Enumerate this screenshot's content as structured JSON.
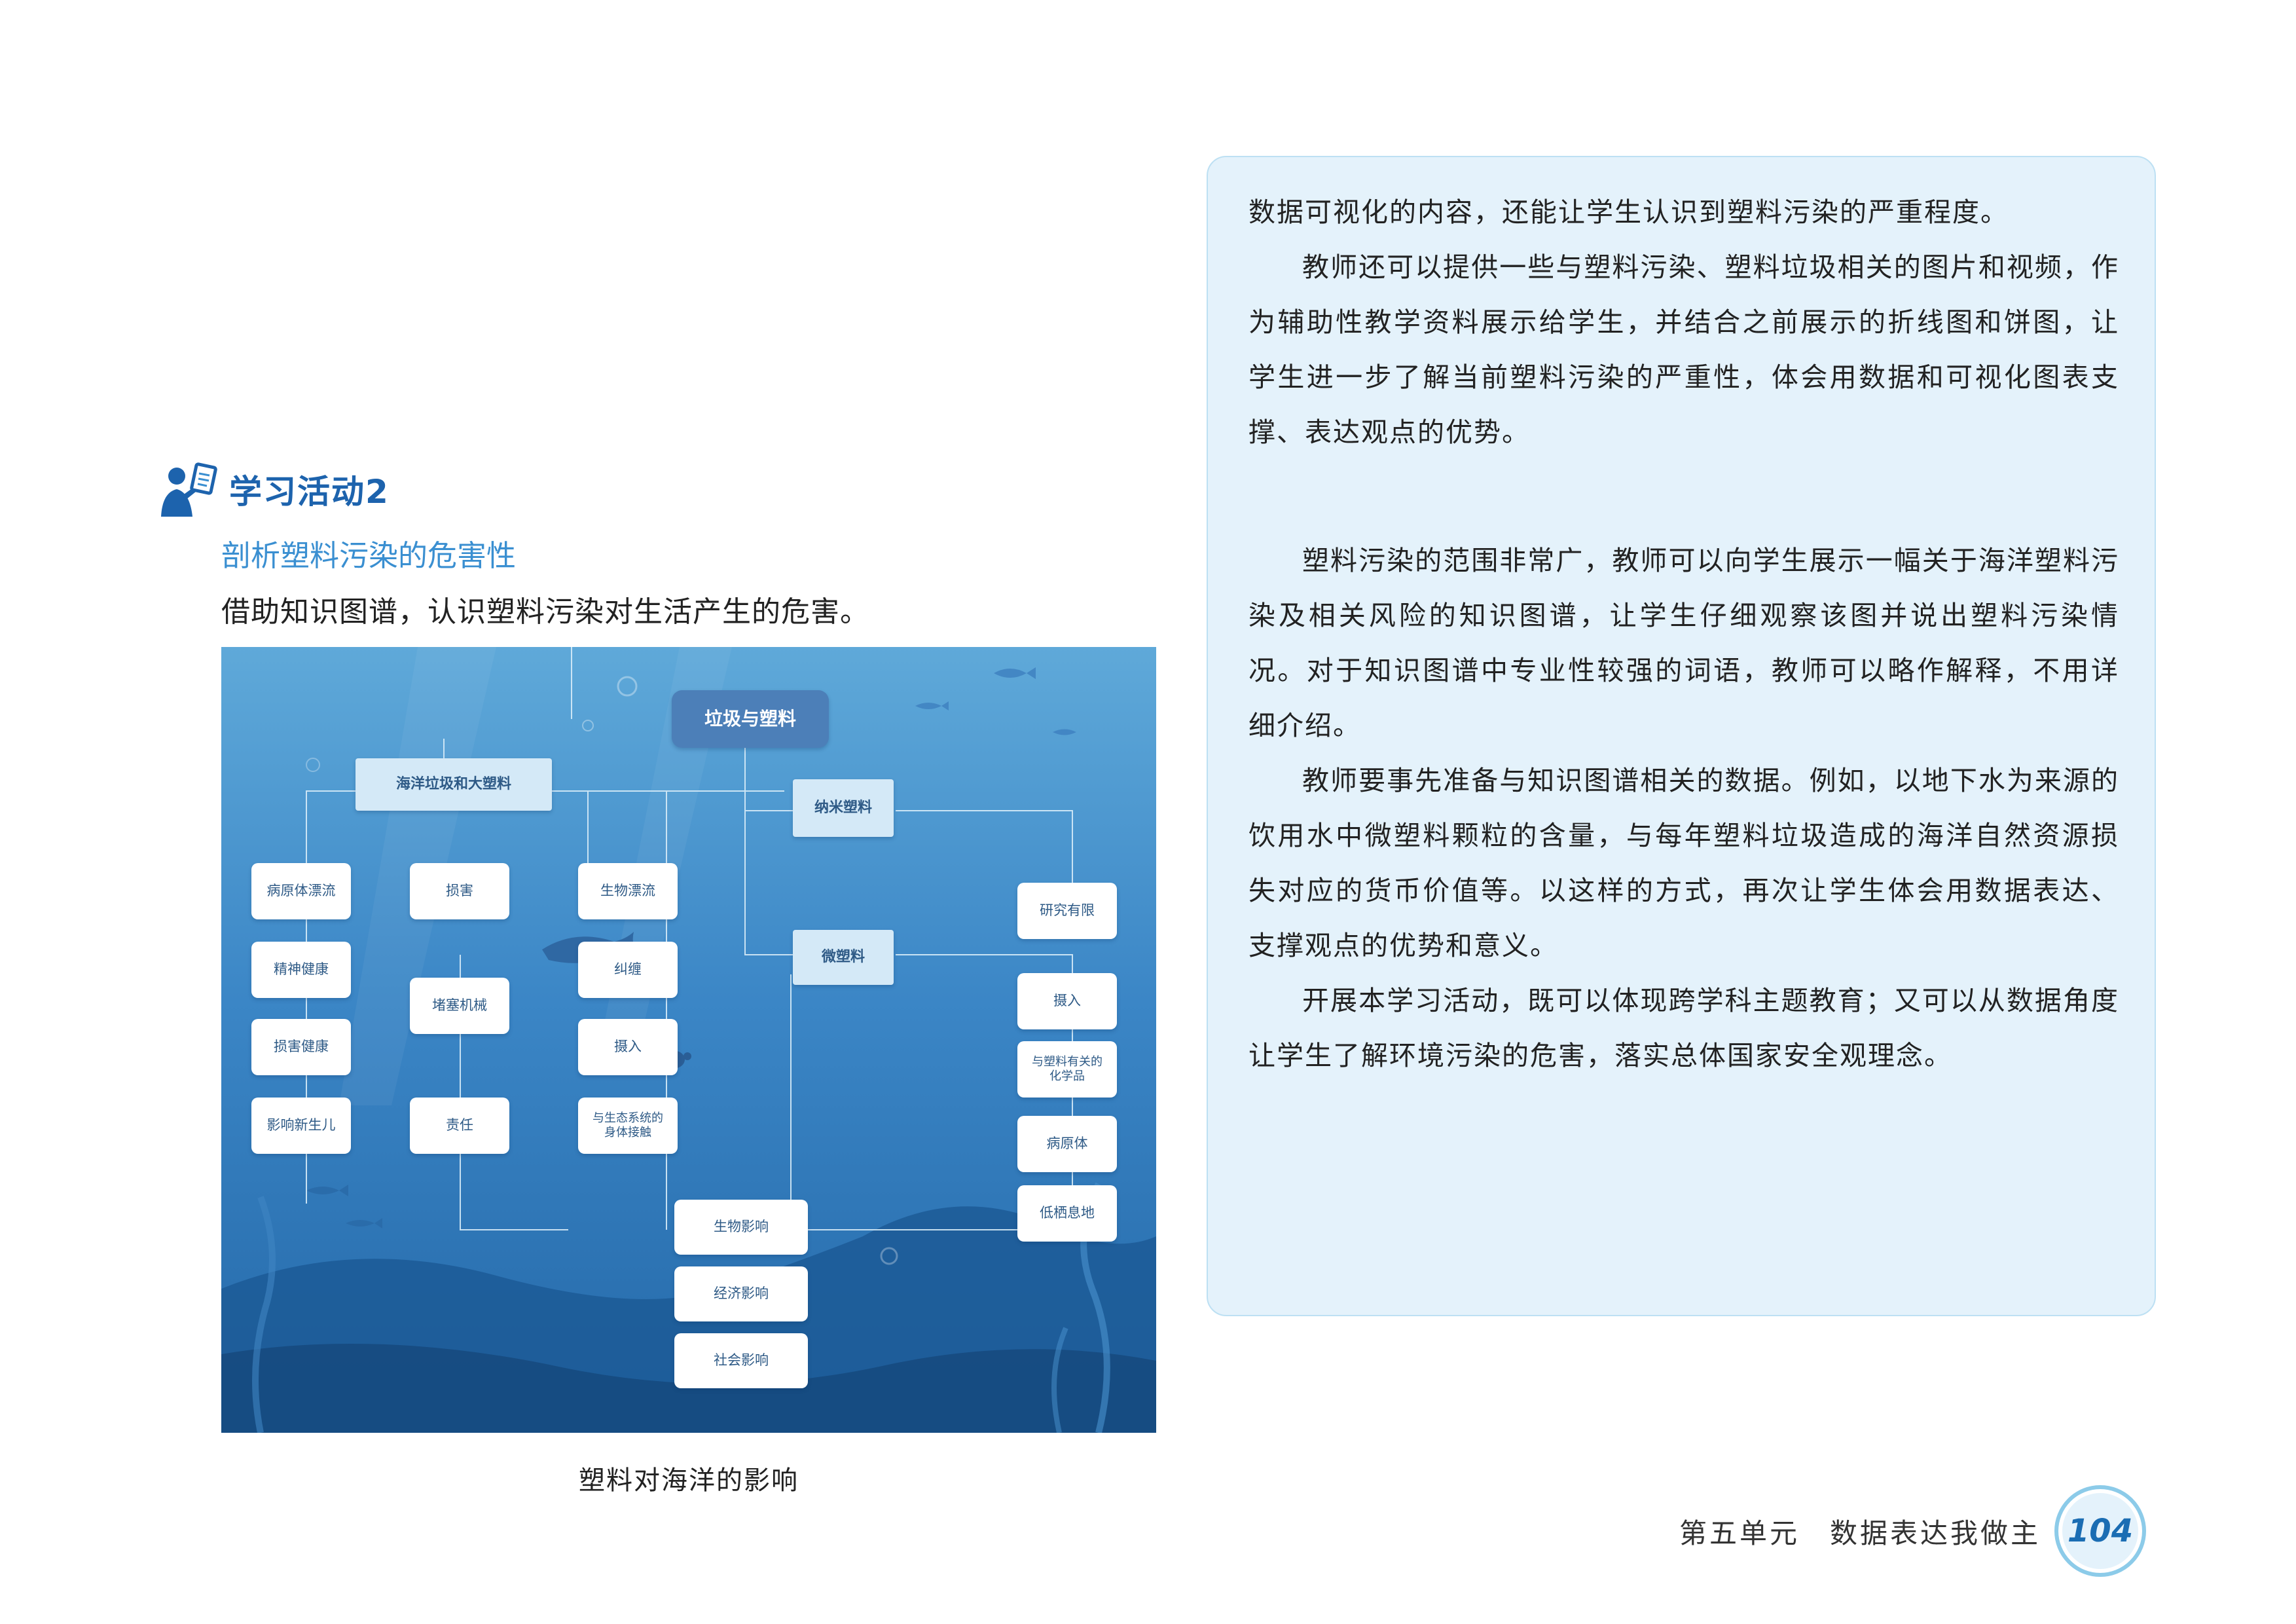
{
  "activity": {
    "title": "学习活动2",
    "subtitle": "剖析塑料污染的危害性",
    "description": "借助知识图谱，认识塑料污染对生活产生的危害。"
  },
  "figure": {
    "caption": "塑料对海洋的影响",
    "nodes": {
      "root": "垃圾与塑料",
      "marine_debris": "海洋垃圾和大塑料",
      "nanoplastic": "纳米塑料",
      "microplastic": "微塑料",
      "pathogen_drift": "病原体漂流",
      "mental_health": "精神健康",
      "damage_health": "损害健康",
      "affect_newborn": "影响新生儿",
      "damage": "损害",
      "clog_machinery": "堵塞机械",
      "responsibility": "责任",
      "bio_drift": "生物漂流",
      "entanglement": "纠缠",
      "ingestion_left": "摄入",
      "ecosystem_contact": "与生态系统的身体接触",
      "limited_research": "研究有限",
      "ingestion_right": "摄入",
      "plastic_chemicals": "与塑料有关的化学品",
      "pathogens": "病原体",
      "low_habitat": "低栖息地",
      "bio_impact": "生物影响",
      "economic_impact": "经济影响",
      "social_impact": "社会影响"
    }
  },
  "notes": {
    "p1": "数据可视化的内容，还能让学生认识到塑料污染的严重程度。",
    "p2": "教师还可以提供一些与塑料污染、塑料垃圾相关的图片和视频，作为辅助性教学资料展示给学生，并结合之前展示的折线图和饼图，让学生进一步了解当前塑料污染的严重性，体会用数据和可视化图表支撑、表达观点的优势。",
    "p3": "塑料污染的范围非常广，教师可以向学生展示一幅关于海洋塑料污染及相关风险的知识图谱，让学生仔细观察该图并说出塑料污染情况。对于知识图谱中专业性较强的词语，教师可以略作解释，不用详细介绍。",
    "p4": "教师要事先准备与知识图谱相关的数据。例如，以地下水为来源的饮用水中微塑料颗粒的含量，与每年塑料垃圾造成的海洋自然资源损失对应的货币价值等。以这样的方式，再次让学生体会用数据表达、支撑观点的优势和意义。",
    "p5": "开展本学习活动，既可以体现跨学科主题教育；又可以从数据角度让学生了解环境污染的危害，落实总体国家安全观理念。"
  },
  "footer": {
    "unit": "第五单元　数据表达我做主",
    "page": "104"
  },
  "colors": {
    "accent": "#1d63ad",
    "subtitle": "#3a8fd1",
    "panel": "#e4f2fb"
  }
}
